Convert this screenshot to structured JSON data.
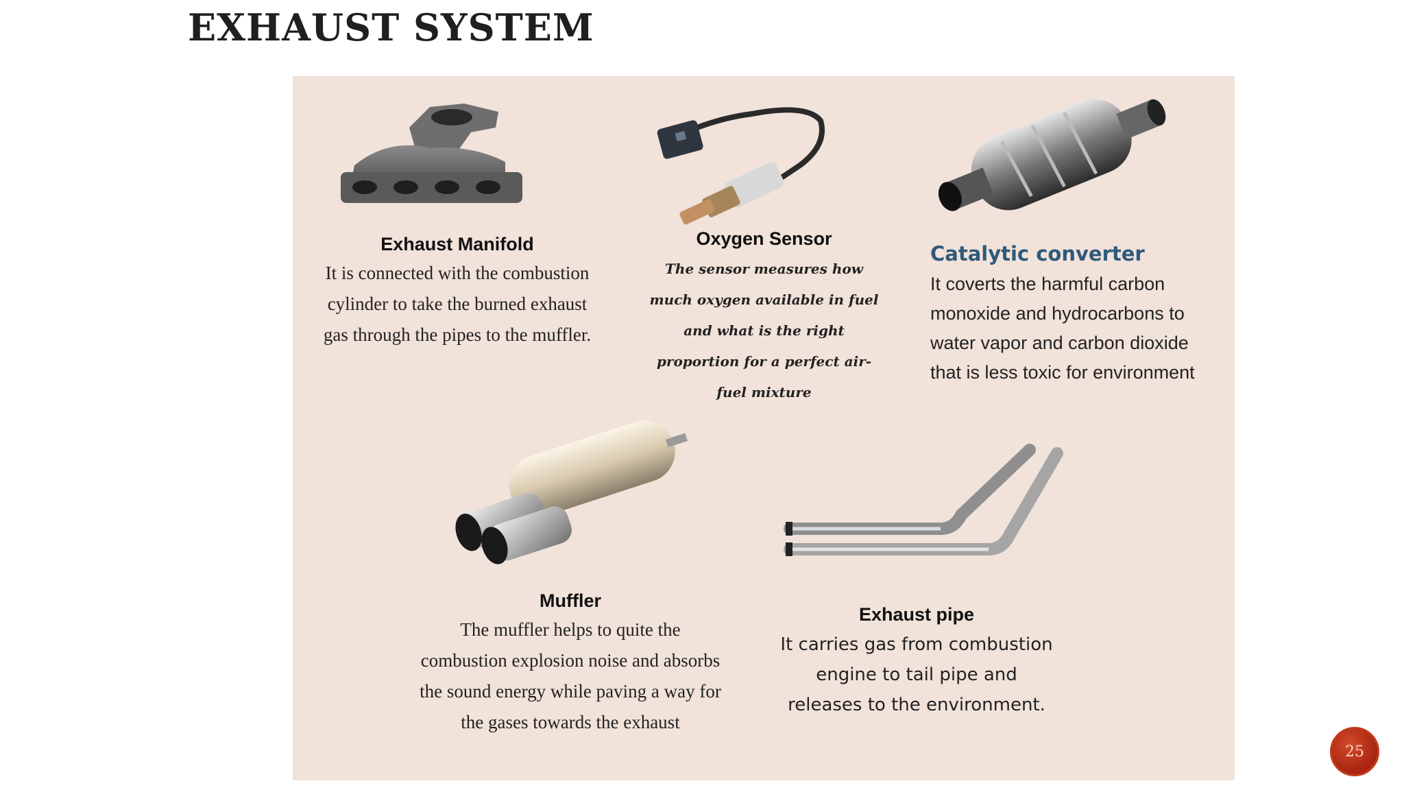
{
  "slide": {
    "title": "Exhaust System",
    "page_number": "25"
  },
  "items": {
    "manifold": {
      "title": "Exhaust Manifold",
      "description": "It is connected with the combustion cylinder to take the burned exhaust gas through the pipes to the muffler."
    },
    "oxygen_sensor": {
      "title": "Oxygen Sensor",
      "description": "The sensor measures how much oxygen available in fuel and what is the right proportion for a perfect air-fuel mixture"
    },
    "catalytic_converter": {
      "title": "Catalytic converter",
      "description": "It coverts the harmful carbon monoxide and hydrocarbons to water vapor and carbon dioxide that is less toxic for environment"
    },
    "muffler": {
      "title": "Muffler",
      "description": "The muffler helps to quite the combustion explosion noise and absorbs the sound energy while paving a way for the gases towards the exhaust"
    },
    "exhaust_pipe": {
      "title": "Exhaust pipe",
      "description": "It carries gas from combustion engine to tail pipe and releases to the environment."
    }
  },
  "colors": {
    "panel_background": "#f1e2da",
    "catalytic_title": "#2f5a7a",
    "badge": "#b8301a"
  },
  "icons": {
    "manifold": "exhaust-manifold-icon",
    "sensor": "oxygen-sensor-icon",
    "converter": "catalytic-converter-icon",
    "muffler": "muffler-icon",
    "pipe": "exhaust-pipe-icon"
  }
}
